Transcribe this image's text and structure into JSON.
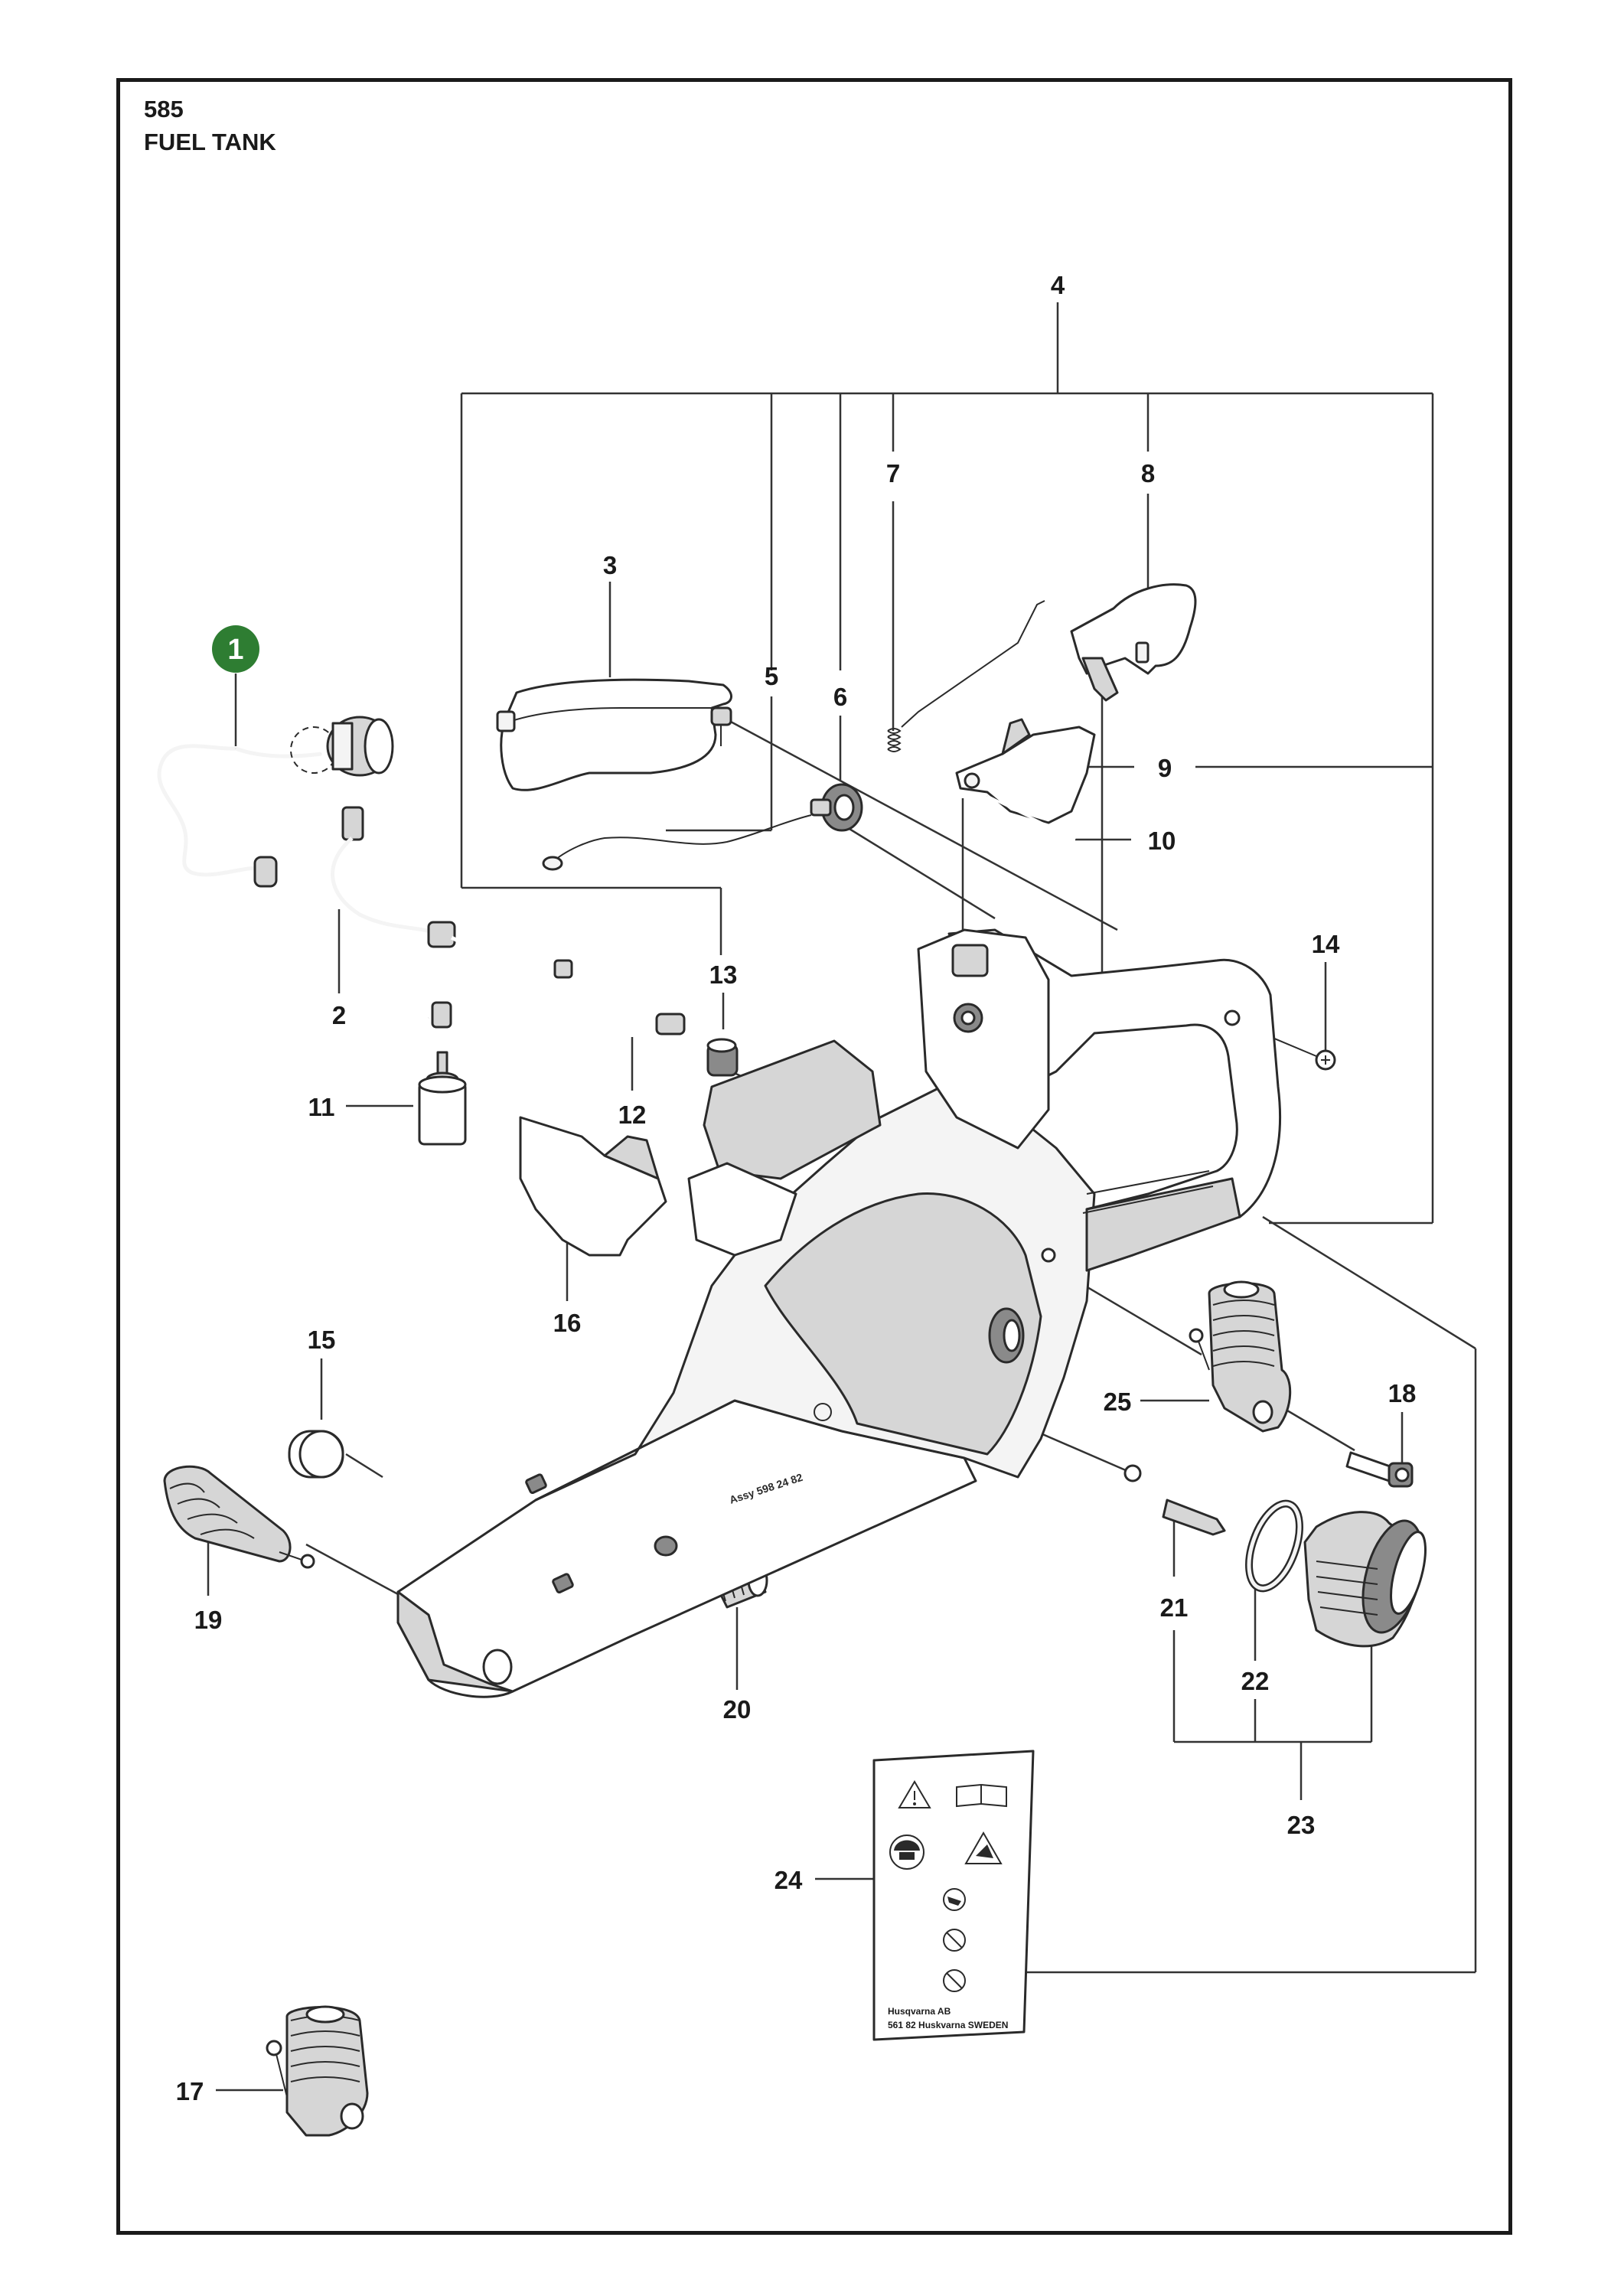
{
  "header": {
    "page_number": "585",
    "title": "FUEL TANK"
  },
  "badge": {
    "label": "1",
    "color": "#2e7d32"
  },
  "callouts": [
    {
      "id": "c2",
      "label": "2"
    },
    {
      "id": "c3",
      "label": "3"
    },
    {
      "id": "c4",
      "label": "4"
    },
    {
      "id": "c5",
      "label": "5"
    },
    {
      "id": "c6",
      "label": "6"
    },
    {
      "id": "c7",
      "label": "7"
    },
    {
      "id": "c8",
      "label": "8"
    },
    {
      "id": "c9",
      "label": "9"
    },
    {
      "id": "c10",
      "label": "10"
    },
    {
      "id": "c11",
      "label": "11"
    },
    {
      "id": "c12",
      "label": "12"
    },
    {
      "id": "c13",
      "label": "13"
    },
    {
      "id": "c14",
      "label": "14"
    },
    {
      "id": "c15",
      "label": "15"
    },
    {
      "id": "c16",
      "label": "16"
    },
    {
      "id": "c17",
      "label": "17"
    },
    {
      "id": "c18",
      "label": "18"
    },
    {
      "id": "c19",
      "label": "19"
    },
    {
      "id": "c20",
      "label": "20"
    },
    {
      "id": "c21",
      "label": "21"
    },
    {
      "id": "c22",
      "label": "22"
    },
    {
      "id": "c23",
      "label": "23"
    },
    {
      "id": "c24",
      "label": "24"
    },
    {
      "id": "c25",
      "label": "25"
    }
  ],
  "decal": {
    "line1": "Husqvarna AB",
    "line2": "561 82 Huskvarna SWEDEN"
  },
  "tank_marking": "Assy 598 24 82"
}
